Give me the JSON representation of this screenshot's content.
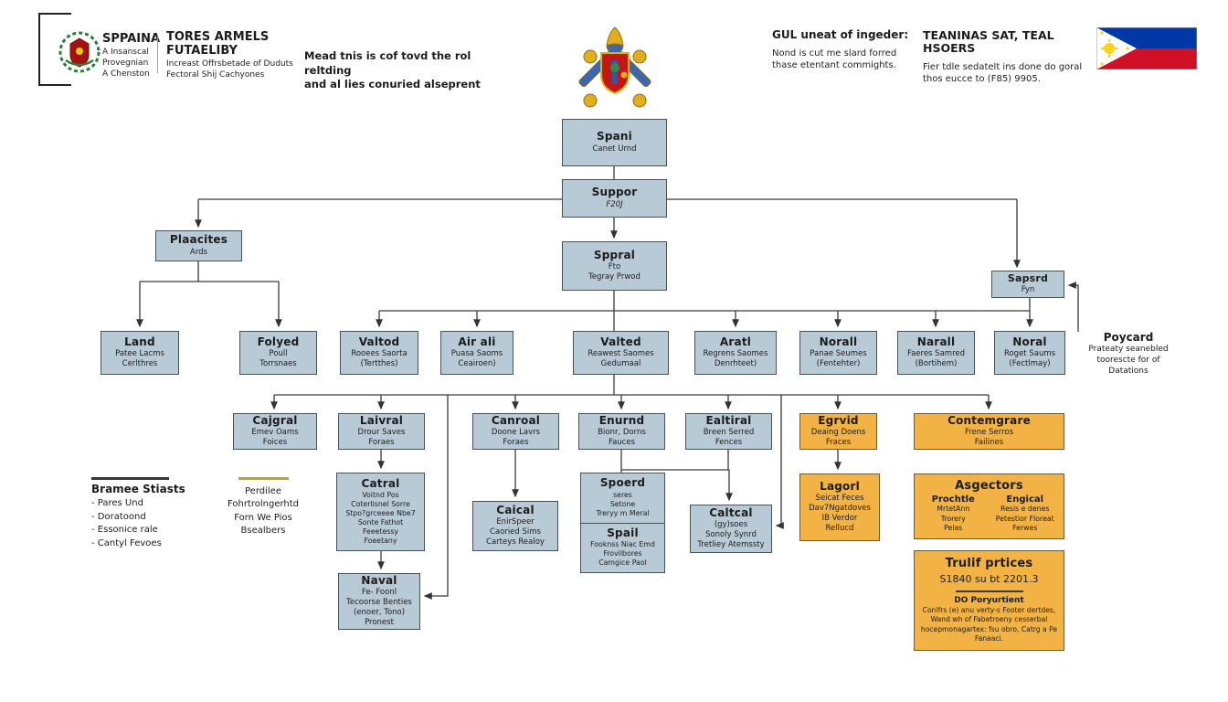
{
  "header": {
    "seal_block": {
      "title": "SPPAINA",
      "lines": [
        "A Insanscal",
        "Provegnian",
        "A Chenston"
      ]
    },
    "org_block": {
      "title_lines": [
        "TORES ARMELS",
        "FUTAELIBY"
      ],
      "lines": [
        "Increast Offrsbetade of Duduts",
        "Fectoral Shij Cachyones"
      ]
    },
    "center_note": [
      "Mead tnis is cof tovd the rol reltding",
      "and al lies conuried alseprent"
    ],
    "right_note1": {
      "title": "GUL uneat of ingeder:",
      "lines": [
        "Nond is cut me slard forred",
        "thase etentant commights."
      ]
    },
    "right_note2": {
      "title": "TEANINAS SAT, TEAL HSOERS",
      "lines": [
        "Fier tdle sedatelt ins done do goral",
        "thos eucce to (F85) 9905."
      ]
    }
  },
  "colors": {
    "box_blue": "#b9cad7",
    "box_orange": "#f2b344",
    "flag_blue": "#0038a8",
    "flag_red": "#ce1126",
    "flag_sun": "#fcd116"
  },
  "nodes": {
    "spani": {
      "title": "Spani",
      "lines": [
        "Canet Urnd"
      ]
    },
    "suppor": {
      "title": "Suppor",
      "lines": [
        "F20J"
      ]
    },
    "plaacites": {
      "title": "Plaacites",
      "lines": [
        "Ards"
      ]
    },
    "sppral": {
      "title": "Sppral",
      "lines": [
        "Fto",
        "Tegray Prwod"
      ]
    },
    "sapsrd": {
      "title": "Sapsrd",
      "lines": [
        "Fyn"
      ]
    },
    "land": {
      "title": "Land",
      "lines": [
        "Patee Lacms",
        "Cerlthres"
      ]
    },
    "folyed": {
      "title": "Folyed",
      "lines": [
        "Poull",
        "Torrsnaes"
      ]
    },
    "valtod": {
      "title": "Valtod",
      "lines": [
        "Rooees Saorta",
        "(Tertthes)"
      ]
    },
    "airali": {
      "title": "Air ali",
      "lines": [
        "Puasa Saoms",
        "Ceairoen)"
      ]
    },
    "valted": {
      "title": "Valted",
      "lines": [
        "Reawest Saomes",
        "Gedumaal"
      ]
    },
    "aratl": {
      "title": "Aratl",
      "lines": [
        "Regrens Saomes",
        "Denrhteet)"
      ]
    },
    "norall": {
      "title": "Norall",
      "lines": [
        "Panae Seumes",
        "(Fentehter)"
      ]
    },
    "narall": {
      "title": "Narall",
      "lines": [
        "Faeres Samred",
        "(Bortihem)"
      ]
    },
    "noral": {
      "title": "Noral",
      "lines": [
        "Roget Saums",
        "(Fectlmay)"
      ]
    },
    "cajgral": {
      "title": "Cajgral",
      "lines": [
        "Emev Oams",
        "Foices"
      ]
    },
    "laivral": {
      "title": "Laivral",
      "lines": [
        "Drour Saves",
        "Foraes"
      ]
    },
    "canroal": {
      "title": "Canroal",
      "lines": [
        "Doone Lavrs",
        "Foraes"
      ]
    },
    "enurnd": {
      "title": "Enurnd",
      "lines": [
        "Bionr, Dorns",
        "Fauces"
      ]
    },
    "ealtiral": {
      "title": "Ealtiral",
      "lines": [
        "Breen Serred",
        "Fences"
      ]
    },
    "egrvid": {
      "title": "Egrvid",
      "lines": [
        "Deaing Doens",
        "Fraces"
      ]
    },
    "contemgrare": {
      "title": "Contemgrare",
      "lines": [
        "Frene Serros",
        "Failines"
      ]
    },
    "catral": {
      "title": "Catral",
      "lines": [
        "Voitnd Pos",
        "Coterlisnel Sorre",
        "Stpo?grceeee Nbe7",
        "Sonte Fathot",
        "Feeetessy",
        "Foeetany"
      ]
    },
    "naval": {
      "title": "Naval",
      "lines": [
        "Fe- Foonl",
        "Tecoorse Benties",
        "(enoer, Tono)",
        "Pronest"
      ]
    },
    "caical": {
      "title": "Caical",
      "lines": [
        "EnirSpeer",
        "Caoried Sims",
        "Carteys Realoy"
      ]
    },
    "spoerd": {
      "title": "Spoerd",
      "lines": [
        "seres",
        "Setone",
        "Treryy m Meral"
      ]
    },
    "spail": {
      "title": "Spail",
      "lines": [
        "Fooknss Niac Emd",
        "Frovilbores",
        "Camgice Paol"
      ]
    },
    "caltcal": {
      "title": "Caltcal",
      "lines": [
        "(gy)soes",
        "Sonoly Synrd",
        "Tretliey Atemssty"
      ]
    },
    "lagorl": {
      "title": "Lagorl",
      "lines": [
        "Seicat Feces",
        "Dav7Ngatdoves",
        "IB Verdor",
        "Rellucd"
      ]
    },
    "asgectors": {
      "title": "Asgectors",
      "col1": {
        "title": "Prochtle",
        "lines": [
          "MrtetAnn",
          "Trorery",
          "Pelas"
        ]
      },
      "col2": {
        "title": "Engical",
        "lines": [
          "Resis e denes",
          "Petestior Floreat",
          "Ferwes"
        ]
      }
    },
    "trulif": {
      "title": "Trulif prtices",
      "subtitle": "S1840 su bt 2201.3",
      "section": "DO Poryurtient",
      "body": "Conlfrs (e) anu verty-s Footer dertdes, Wand wh of Fabetroeny cesserbal hocepmonagartex: fsu obro, Catrg a Pe Fanaaci."
    }
  },
  "poycard": {
    "title": "Poycard",
    "lines": [
      "Prateaty seanebled",
      "toorescte for of",
      "Datations"
    ]
  },
  "legend": {
    "group1": {
      "title": "Bramee Stiasts",
      "items": [
        "- Pares Und",
        "- Doratoond",
        "- Essonice rale",
        "- Cantyl Fevoes"
      ]
    },
    "group2": {
      "items": [
        "Perdilee",
        "Fohrtrolngerhtd",
        "Forn We Pios",
        "Bsealbers"
      ]
    }
  }
}
